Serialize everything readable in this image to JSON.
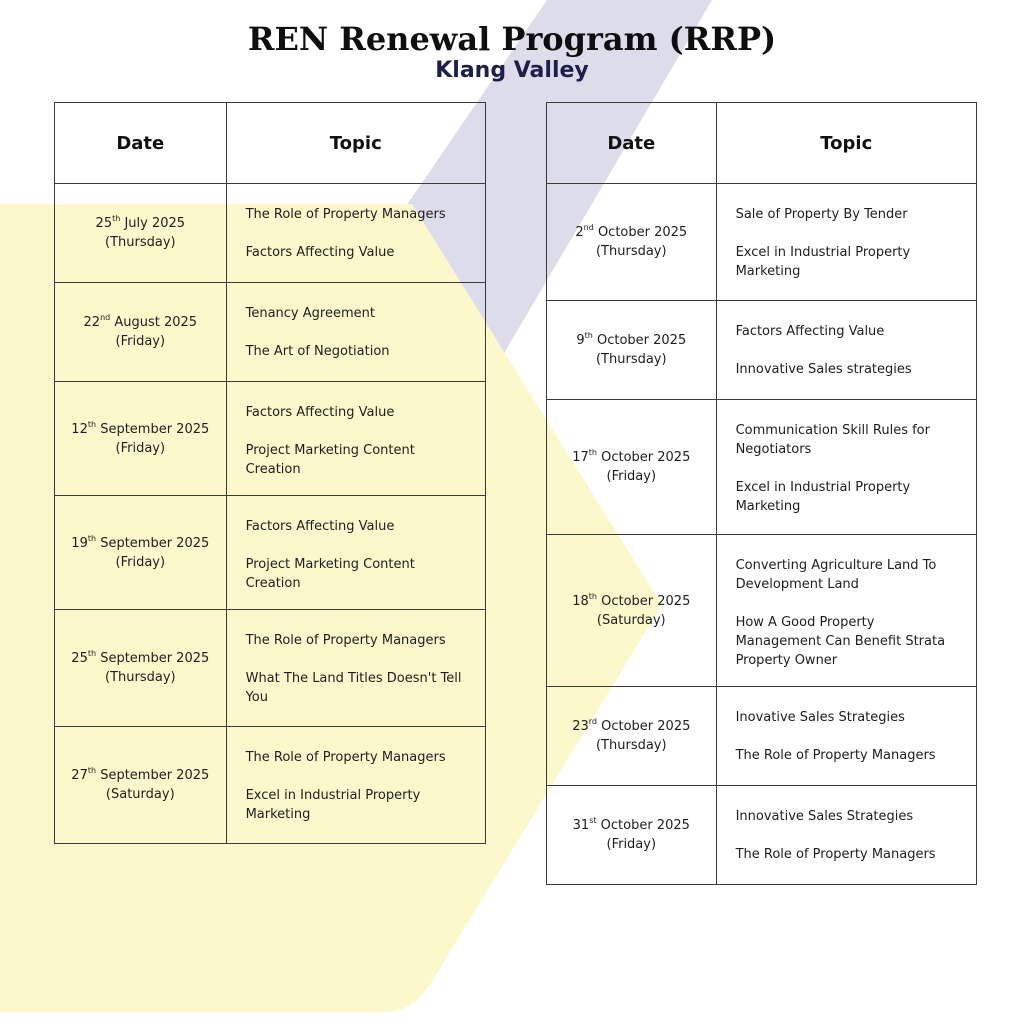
{
  "header": {
    "title": "REN Renewal Program (RRP)",
    "subtitle": "Klang Valley"
  },
  "colors": {
    "yellow_shape": "#fdf8cc",
    "lavender_stripe": "#dcdceb",
    "subtitle": "#1d1f4a"
  },
  "left_table": {
    "headers": {
      "date": "Date",
      "topic": "Topic"
    },
    "rows": [
      {
        "day": "25",
        "suffix": "th",
        "rest": " July 2025",
        "weekday": "(Thursday)",
        "topics": [
          "The Role of Property Managers",
          "Factors Affecting Value"
        ]
      },
      {
        "day": "22",
        "suffix": "nd",
        "rest": " August 2025",
        "weekday": "(Friday)",
        "topics": [
          "Tenancy Agreement",
          "The Art of Negotiation"
        ]
      },
      {
        "day": "12",
        "suffix": "th",
        "rest": " September 2025",
        "weekday": "(Friday)",
        "topics": [
          "Factors Affecting Value",
          "Project Marketing Content Creation"
        ]
      },
      {
        "day": "19",
        "suffix": "th",
        "rest": " September 2025",
        "weekday": "(Friday)",
        "topics": [
          "Factors Affecting Value",
          "Project Marketing Content Creation"
        ]
      },
      {
        "day": "25",
        "suffix": "th",
        "rest": " September 2025",
        "weekday": "(Thursday)",
        "topics": [
          "The Role of Property Managers",
          "What The Land Titles Doesn't Tell You"
        ]
      },
      {
        "day": "27",
        "suffix": "th",
        "rest": " September 2025",
        "weekday": "(Saturday)",
        "topics": [
          "The Role of Property Managers",
          "Excel in Industrial Property Marketing"
        ]
      }
    ]
  },
  "right_table": {
    "headers": {
      "date": "Date",
      "topic": "Topic"
    },
    "rows": [
      {
        "day": "2",
        "suffix": "nd",
        "rest": " October 2025",
        "weekday": "(Thursday)",
        "topics": [
          "Sale of Property By Tender",
          "Excel in Industrial Property Marketing"
        ]
      },
      {
        "day": "9",
        "suffix": "th",
        "rest": " October 2025",
        "weekday": "(Thursday)",
        "topics": [
          "Factors Affecting Value",
          "Innovative Sales strategies"
        ]
      },
      {
        "day": "17",
        "suffix": "th",
        "rest": " October 2025",
        "weekday": "(Friday)",
        "topics": [
          "Communication Skill Rules for Negotiators",
          "Excel in Industrial Property Marketing"
        ]
      },
      {
        "day": "18",
        "suffix": "th",
        "rest": " October 2025",
        "weekday": "(Saturday)",
        "topics": [
          "Converting Agriculture Land To Development Land",
          "How A Good Property Management Can Benefit Strata Property Owner"
        ]
      },
      {
        "day": "23",
        "suffix": "rd",
        "rest": " October 2025",
        "weekday": "(Thursday)",
        "topics": [
          "Inovative Sales Strategies",
          "The Role of Property Managers"
        ]
      },
      {
        "day": "31",
        "suffix": "st",
        "rest": " October 2025",
        "weekday": "(Friday)",
        "topics": [
          "Innovative Sales Strategies",
          "The Role of Property Managers"
        ]
      }
    ]
  }
}
